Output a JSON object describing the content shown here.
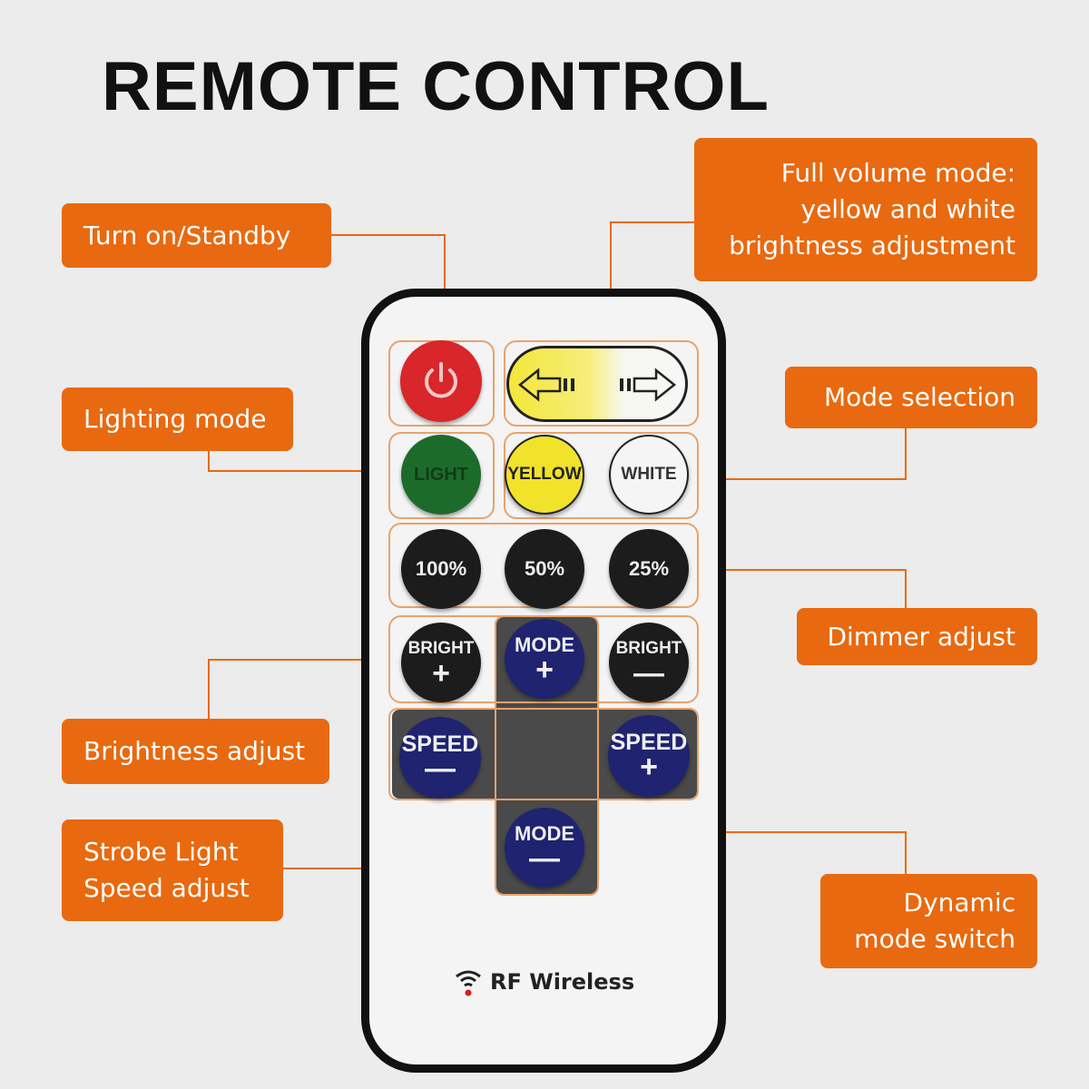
{
  "title": "REMOTE CONTROL",
  "labels": {
    "power": "Turn on/Standby",
    "full_volume": [
      "Full volume mode:",
      "yellow and white",
      "brightness adjustment"
    ],
    "lighting": "Lighting mode",
    "mode_selection": "Mode selection",
    "dimmer": "Dimmer adjust",
    "brightness": "Brightness adjust",
    "strobe": [
      "Strobe Light",
      "Speed adjust"
    ],
    "dynamic": [
      "Dynamic",
      "mode switch"
    ]
  },
  "buttons": {
    "light": "LIGHT",
    "yellow": "YELLOW",
    "white": "WHITE",
    "p100": "100%",
    "p50": "50%",
    "p25": "25%",
    "bright": "BRIGHT",
    "mode": "MODE",
    "speed": "SPEED",
    "plus": "+",
    "minus": "—"
  },
  "brand": "RF Wireless",
  "colors": {
    "accent": "#e8690f",
    "power": "#d8262a",
    "light": "#1d6b2a",
    "yellow": "#f1e22a",
    "blue": "#1f2370"
  }
}
